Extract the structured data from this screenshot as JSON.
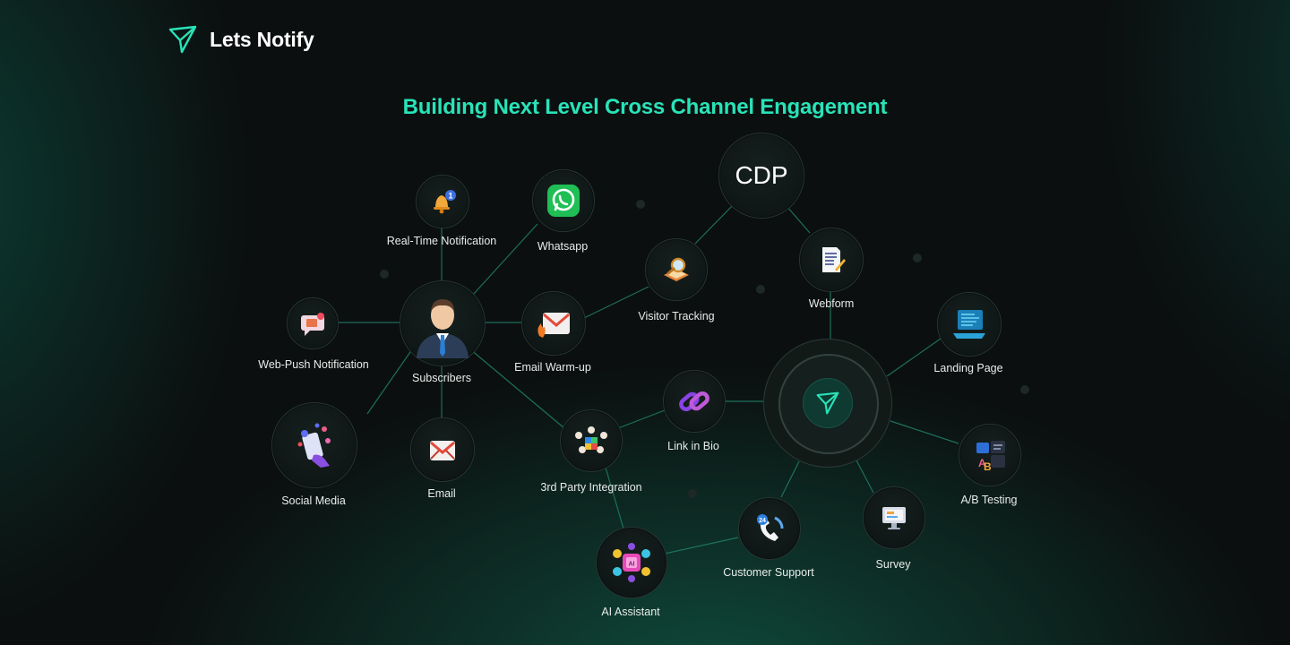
{
  "brand": {
    "name": "Lets Notify",
    "accent": "#28e3b8"
  },
  "heading": "Building Next Level Cross Channel Engagement",
  "nodes": {
    "cdp": {
      "label": "CDP"
    },
    "real_time_notification": {
      "label": "Real-Time Notification",
      "icon": "bell-icon"
    },
    "whatsapp": {
      "label": "Whatsapp",
      "icon": "whatsapp-icon"
    },
    "visitor_tracking": {
      "label": "Visitor Tracking",
      "icon": "magnifier-icon"
    },
    "webform": {
      "label": "Webform",
      "icon": "document-icon"
    },
    "web_push_notification": {
      "label": "Web-Push Notification",
      "icon": "push-message-icon"
    },
    "subscribers": {
      "label": "Subscribers",
      "icon": "businessman-avatar"
    },
    "email_warm_up": {
      "label": "Email Warm-up",
      "icon": "envelope-fire-icon"
    },
    "landing_page": {
      "label": "Landing Page",
      "icon": "laptop-icon"
    },
    "link_in_bio": {
      "label": "Link in Bio",
      "icon": "chain-link-icon"
    },
    "social_media": {
      "label": "Social Media",
      "icon": "phone-hand-icon"
    },
    "email": {
      "label": "Email",
      "icon": "envelope-icon"
    },
    "third_party_integration": {
      "label": "3rd Party Integration",
      "icon": "puzzle-icon"
    },
    "ab_testing": {
      "label": "A/B Testing",
      "icon": "ab-test-icon"
    },
    "customer_support": {
      "label": "Customer Support",
      "icon": "phone-24-icon"
    },
    "survey": {
      "label": "Survey",
      "icon": "survey-monitor-icon"
    },
    "ai_assistant": {
      "label": "AI Assistant",
      "icon": "ai-chip-icon"
    },
    "hub": {
      "icon": "lets-notify-logo-icon"
    }
  }
}
